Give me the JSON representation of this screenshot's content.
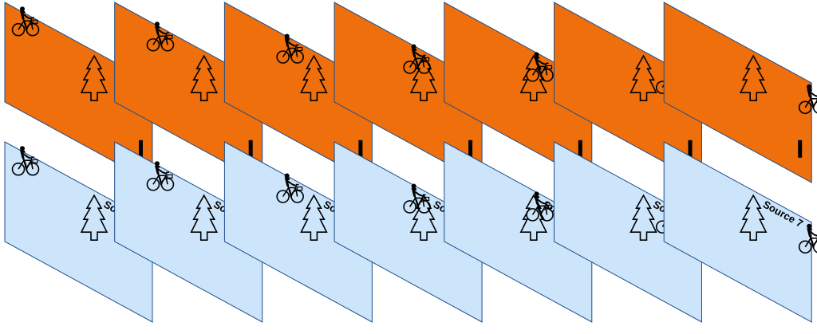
{
  "colors": {
    "top_fill": "#EE6F0B",
    "bottom_fill": "#CCE5FB",
    "stroke": "#1F4E8C",
    "glyph": "#000000"
  },
  "icons": [
    "bicycle-rider-icon",
    "tree-icon",
    "slit-bar-icon"
  ],
  "sources": [
    {
      "label": "Source 1",
      "rider": 0.0
    },
    {
      "label": "Source 2",
      "rider": 0.25
    },
    {
      "label": "Source 3",
      "rider": 0.45
    },
    {
      "label": "Source 4",
      "rider": 0.62
    },
    {
      "label": "Source 5",
      "rider": 0.75
    },
    {
      "label": "Source 6",
      "rider": 0.95
    },
    {
      "label": "Source 7",
      "rider": 1.28
    }
  ]
}
